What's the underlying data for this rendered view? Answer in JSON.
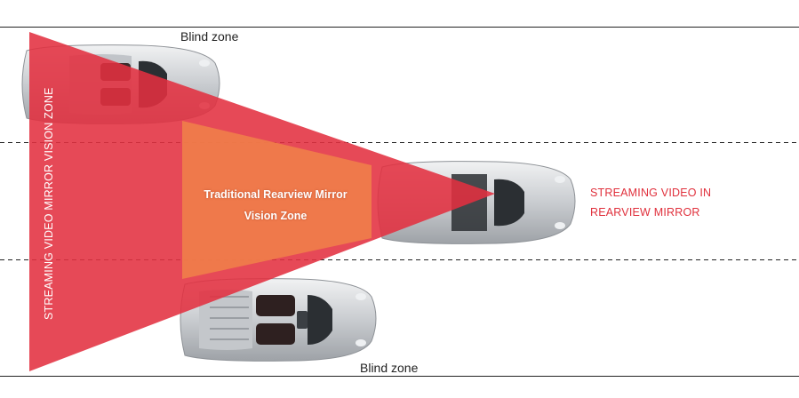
{
  "labels": {
    "blind_zone_top": "Blind zone",
    "blind_zone_bottom": "Blind zone",
    "traditional_line1": "Traditional Rearview Mirror",
    "traditional_line2": "Vision Zone",
    "streaming_right_line1": "STREAMING VIDEO IN",
    "streaming_right_line2": "REARVIEW MIRROR",
    "streaming_vertical": "STREAMING VIDEO MIRROR VISION ZONE"
  },
  "colors": {
    "streaming_zone": "#e23040",
    "traditional_zone": "#f07e4a",
    "streaming_text": "#e0303c",
    "car_body": "#cfd2d5",
    "car_dark": "#2b2f33",
    "lane_line": "#222222"
  }
}
